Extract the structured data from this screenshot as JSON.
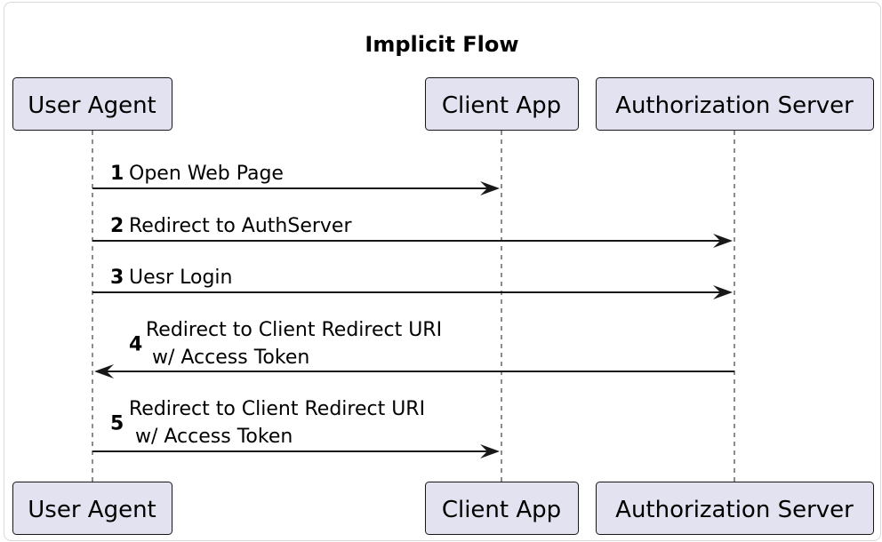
{
  "title": "Implicit Flow",
  "participants": [
    {
      "id": "ua",
      "label": "User Agent"
    },
    {
      "id": "ca",
      "label": "Client App"
    },
    {
      "id": "as",
      "label": "Authorization Server"
    }
  ],
  "messages": [
    {
      "number": "1",
      "from": "ua",
      "to": "ca",
      "lines": [
        "Open Web Page"
      ]
    },
    {
      "number": "2",
      "from": "ua",
      "to": "as",
      "lines": [
        "Redirect to AuthServer"
      ]
    },
    {
      "number": "3",
      "from": "ua",
      "to": "as",
      "lines": [
        "Uesr Login"
      ]
    },
    {
      "number": "4",
      "from": "as",
      "to": "ua",
      "lines": [
        "Redirect to Client Redirect URI",
        " w/ Access Token"
      ]
    },
    {
      "number": "5",
      "from": "ua",
      "to": "ca",
      "lines": [
        "Redirect to Client Redirect URI",
        " w/ Access Token"
      ]
    }
  ],
  "colors": {
    "participant_fill": "#e2e2f0",
    "line": "#181818",
    "text": "#000000"
  }
}
